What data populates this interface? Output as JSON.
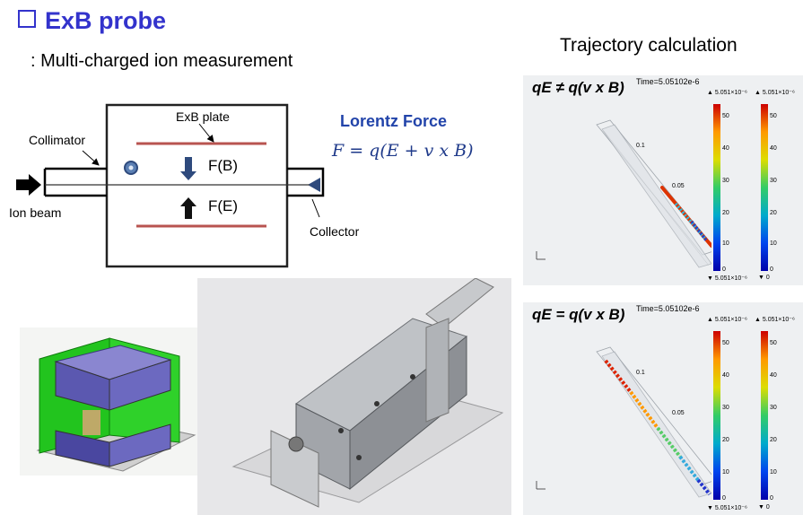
{
  "title": "ExB probe",
  "subtitle": ": Multi-charged ion measurement",
  "trajectory_title": "Trajectory calculation",
  "lorentz": {
    "title": "Lorentz Force",
    "equation": "F = q(E + v x B)"
  },
  "diagram": {
    "plate_label": "ExB plate",
    "collimator_label": "Collimator",
    "force_b_label": "F(B)",
    "force_e_label": "F(E)",
    "ion_beam_label": "Ion beam",
    "collector_label": "Collector",
    "colors": {
      "plate": "#b85450",
      "arrow": "#2e4a7d"
    }
  },
  "panels": [
    {
      "equation": "qE ≠ q(v x B)",
      "time": "Time=5.05102e-6",
      "legend_top": "▲ 5.051×10⁻⁶",
      "legend_bottom": "▼ 5.051×10⁻⁶",
      "legend2_top": "▲ 5.051×10⁻⁶",
      "legend2_bottom": "▼ 0",
      "colorbar1_ticks": [
        "50",
        "40",
        "30",
        "20",
        "10",
        "0"
      ],
      "colorbar2_ticks": [
        "50",
        "40",
        "30",
        "20",
        "10",
        "0"
      ],
      "axis_labels": [
        "0.1",
        "0.05"
      ]
    },
    {
      "equation": "qE = q(v x B)",
      "time": "Time=5.05102e-6",
      "legend_top": "▲ 5.051×10⁻⁶",
      "legend_bottom": "▼ 5.051×10⁻⁶",
      "legend2_top": "▲ 5.051×10⁻⁶",
      "legend2_bottom": "▼ 0",
      "colorbar1_ticks": [
        "50",
        "40",
        "30",
        "20",
        "10",
        "0"
      ],
      "colorbar2_ticks": [
        "50",
        "40",
        "30",
        "20",
        "10",
        "0"
      ],
      "axis_labels": [
        "0.1",
        "0.05"
      ]
    }
  ]
}
